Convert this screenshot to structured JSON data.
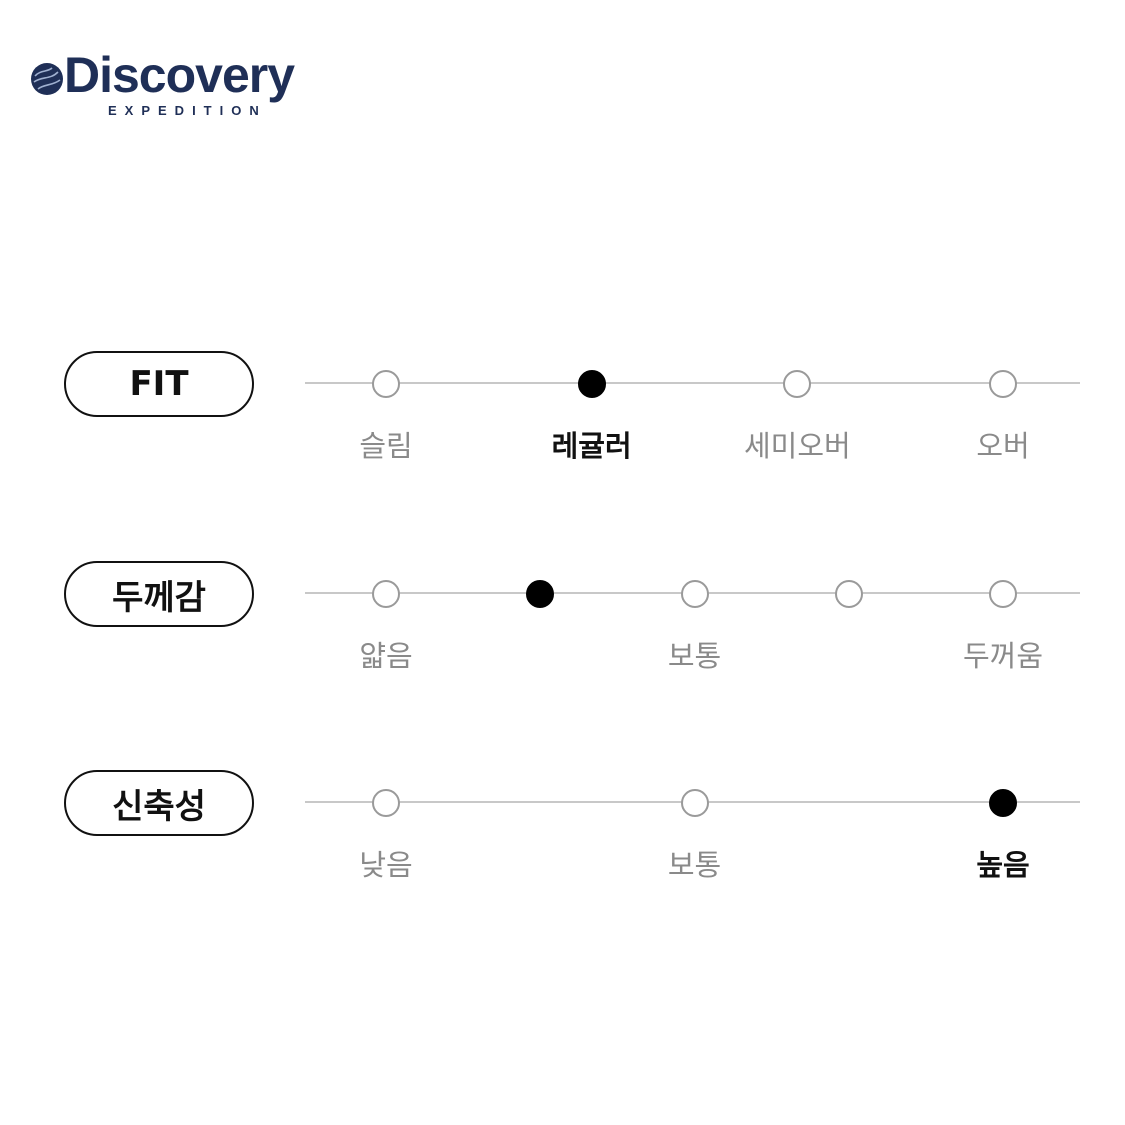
{
  "brand": {
    "name": "Discovery",
    "sub": "EXPEDITION",
    "color": "#1f2f57"
  },
  "rows": [
    {
      "title": "FIT",
      "steps": 4,
      "selected": 1,
      "labels": [
        {
          "text": "슬림",
          "step": 0
        },
        {
          "text": "레귤러",
          "step": 1
        },
        {
          "text": "세미오버",
          "step": 2
        },
        {
          "text": "오버",
          "step": 3
        }
      ]
    },
    {
      "title": "두께감",
      "steps": 5,
      "selected": 1,
      "labels": [
        {
          "text": "얇음",
          "step": 0
        },
        {
          "text": "보통",
          "step": 2
        },
        {
          "text": "두꺼움",
          "step": 4
        }
      ]
    },
    {
      "title": "신축성",
      "steps": 3,
      "selected": 2,
      "labels": [
        {
          "text": "낮음",
          "step": 0
        },
        {
          "text": "보통",
          "step": 1
        },
        {
          "text": "높음",
          "step": 2
        }
      ]
    }
  ]
}
